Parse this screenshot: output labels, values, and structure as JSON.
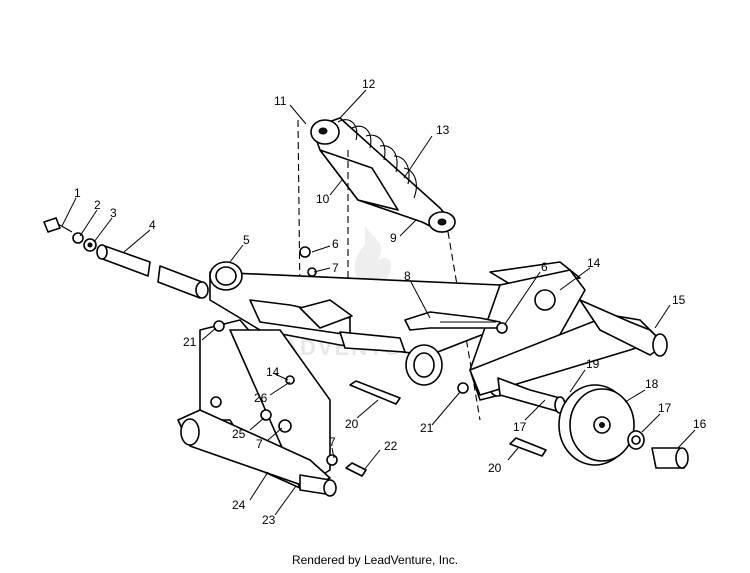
{
  "callouts": [
    {
      "id": "c1",
      "label": "1"
    },
    {
      "id": "c2",
      "label": "2"
    },
    {
      "id": "c3",
      "label": "3"
    },
    {
      "id": "c4",
      "label": "4"
    },
    {
      "id": "c5",
      "label": "5"
    },
    {
      "id": "c6a",
      "label": "6"
    },
    {
      "id": "c6b",
      "label": "6"
    },
    {
      "id": "c7a",
      "label": "7"
    },
    {
      "id": "c7b",
      "label": "7"
    },
    {
      "id": "c7c",
      "label": "7"
    },
    {
      "id": "c8",
      "label": "8"
    },
    {
      "id": "c9",
      "label": "9"
    },
    {
      "id": "c10",
      "label": "10"
    },
    {
      "id": "c11",
      "label": "11"
    },
    {
      "id": "c12",
      "label": "12"
    },
    {
      "id": "c13",
      "label": "13"
    },
    {
      "id": "c14a",
      "label": "14"
    },
    {
      "id": "c14b",
      "label": "14"
    },
    {
      "id": "c15",
      "label": "15"
    },
    {
      "id": "c16",
      "label": "16"
    },
    {
      "id": "c17a",
      "label": "17"
    },
    {
      "id": "c17b",
      "label": "17"
    },
    {
      "id": "c18",
      "label": "18"
    },
    {
      "id": "c19",
      "label": "19"
    },
    {
      "id": "c20a",
      "label": "20"
    },
    {
      "id": "c20b",
      "label": "20"
    },
    {
      "id": "c21a",
      "label": "21"
    },
    {
      "id": "c21b",
      "label": "21"
    },
    {
      "id": "c22",
      "label": "22"
    },
    {
      "id": "c23",
      "label": "23"
    },
    {
      "id": "c24",
      "label": "24"
    },
    {
      "id": "c25",
      "label": "25"
    },
    {
      "id": "c26",
      "label": "26"
    }
  ],
  "watermark": "LEADVENTURE",
  "credit": "Rendered by LeadVenture, Inc."
}
